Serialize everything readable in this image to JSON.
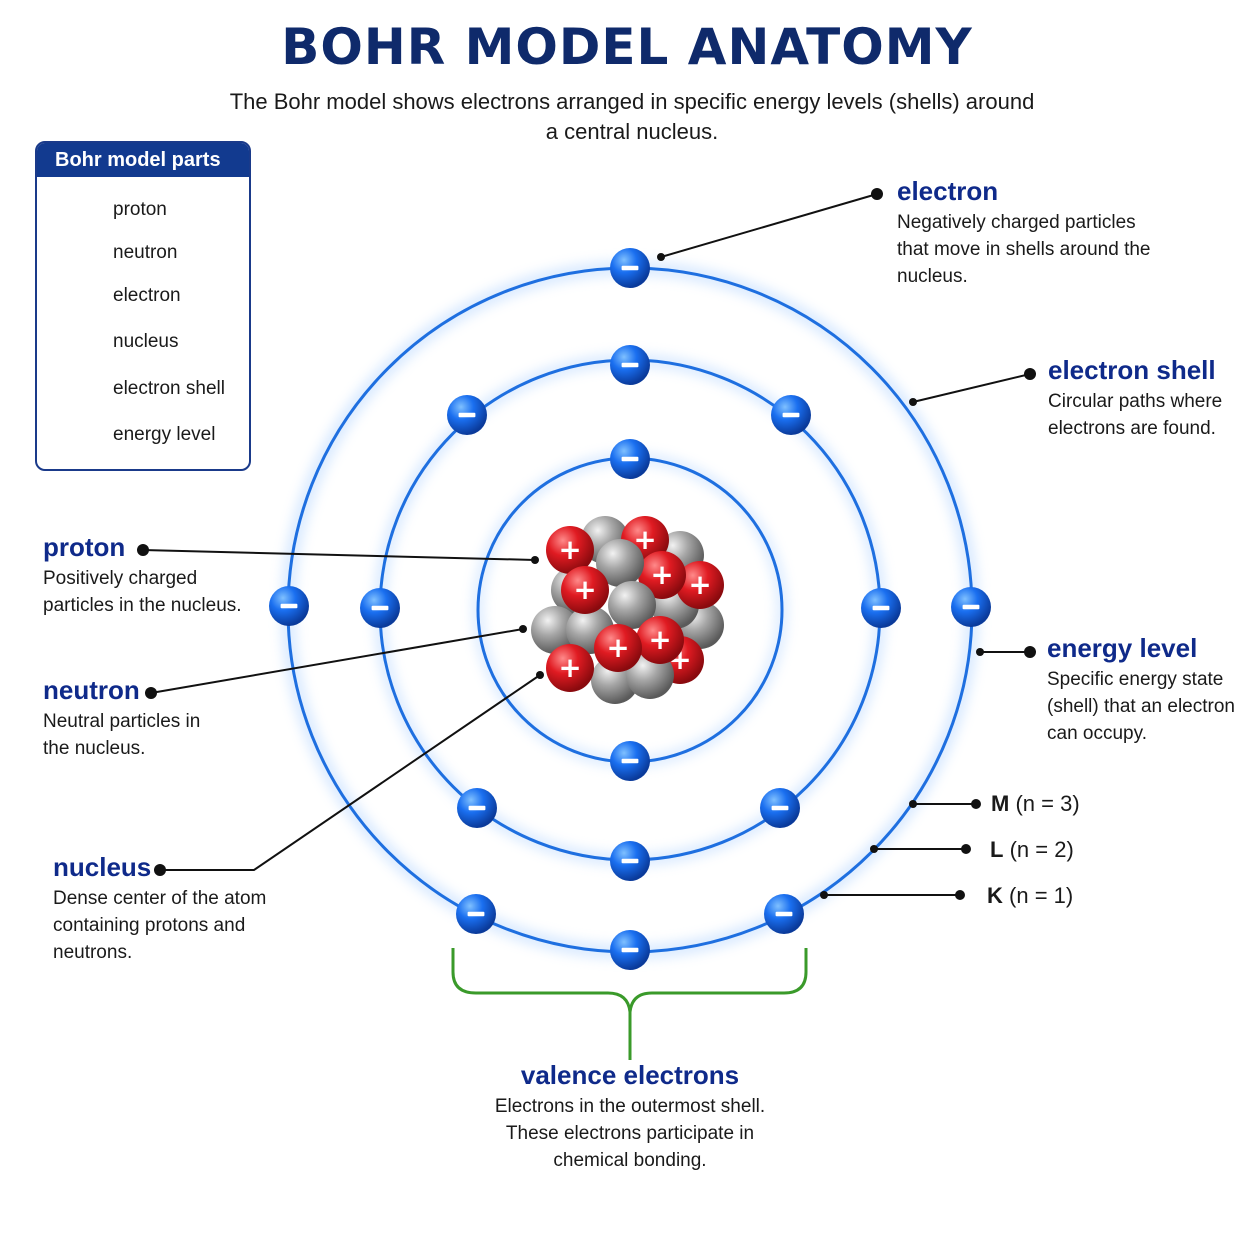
{
  "title": "BOHR MODEL ANATOMY",
  "subtitle": "The Bohr model shows electrons arranged in specific energy levels (shells) around a central nucleus.",
  "legend": {
    "heading": "Bohr model parts",
    "items": [
      {
        "label": "proton",
        "icon": "proton-icon"
      },
      {
        "label": "neutron",
        "icon": "neutron-icon"
      },
      {
        "label": "electron",
        "icon": "electron-icon"
      },
      {
        "label": "nucleus",
        "icon": "nucleus-icon"
      },
      {
        "label": "electron shell",
        "icon": "shell-icon"
      },
      {
        "label": "energy level",
        "icon": "energy-level-icon"
      }
    ]
  },
  "callouts": {
    "electron": {
      "title": "electron",
      "desc": "Negatively charged particles that move in shells around the nucleus."
    },
    "electron_shell": {
      "title": "electron shell",
      "desc": "Circular paths where electrons are found."
    },
    "proton": {
      "title": "proton",
      "desc": "Positively charged particles in the nucleus."
    },
    "neutron": {
      "title": "neutron",
      "desc": "Neutral particles in the nucleus."
    },
    "energy_level": {
      "title": "energy level",
      "desc": "Specific energy state (shell) that an electron can occupy."
    },
    "nucleus": {
      "title": "nucleus",
      "desc": "Dense center of the atom containing protons and neutrons."
    },
    "valence": {
      "title": "valence electrons",
      "desc": "Electrons in the outermost shell. These electrons participate in chemical bonding."
    }
  },
  "shell_labels": [
    {
      "letter": "M",
      "n": "(n = 3)"
    },
    {
      "letter": "L",
      "n": "(n = 2)"
    },
    {
      "letter": "K",
      "n": "(n = 1)"
    }
  ],
  "signs": {
    "plus": "+",
    "minus": "−"
  },
  "colors": {
    "title": "#0f2a6b",
    "accent": "#0f2a8a",
    "shell": "#1e6fe0",
    "proton": "#d8141c",
    "neutron": "#9a9a9a",
    "electron": "#1466e0",
    "valence_bracket": "#3a9a2a"
  }
}
